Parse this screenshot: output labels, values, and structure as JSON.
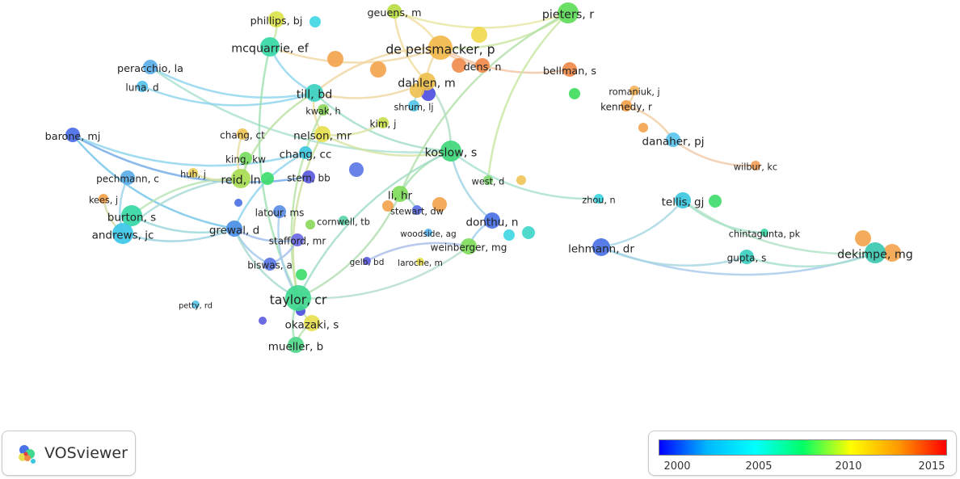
{
  "app": {
    "name": "VOSviewer"
  },
  "icons": {
    "logo": "vosviewer-logo-icon"
  },
  "legend": {
    "ticks": [
      "2000",
      "2005",
      "2010",
      "2015"
    ],
    "colors": [
      "#0000ff",
      "#00b8ff",
      "#00ffff",
      "#00ff66",
      "#ffff00",
      "#ff9900",
      "#ff0000"
    ]
  },
  "nodes": [
    {
      "id": "phillips",
      "label": "phillips, bj",
      "color": "#dbe34c"
    },
    {
      "id": "geuens",
      "label": "geuens, m",
      "color": "#b8dc45"
    },
    {
      "id": "pieters",
      "label": "pieters, r",
      "color": "#5fdc5a"
    },
    {
      "id": "mcquarrie",
      "label": "mcquarrie, ef",
      "color": "#36d8a6"
    },
    {
      "id": "depelsmacker",
      "label": "de pelsmacker, p",
      "color": "#f2b84a"
    },
    {
      "id": "peracchio",
      "label": "peracchio, la",
      "color": "#5aaee8"
    },
    {
      "id": "dens",
      "label": "dens, n",
      "color": "#f08a4a"
    },
    {
      "id": "bellman",
      "label": "bellman, s",
      "color": "#f08a4a"
    },
    {
      "id": "luna",
      "label": "luna, d",
      "color": "#55c0ea"
    },
    {
      "id": "dahlen",
      "label": "dahlen, m",
      "color": "#eec04e"
    },
    {
      "id": "tillbd",
      "label": "till, bd",
      "color": "#3ccfc0"
    },
    {
      "id": "romaniuk",
      "label": "romaniuk, j",
      "color": "#f5b45a"
    },
    {
      "id": "kwak",
      "label": "kwak, h",
      "color": "#8ad75a"
    },
    {
      "id": "shrum",
      "label": "shrum, lj",
      "color": "#57c5e8"
    },
    {
      "id": "kennedy",
      "label": "kennedy, r",
      "color": "#f3a24a"
    },
    {
      "id": "barone",
      "label": "barone, mj",
      "color": "#4a6ee8"
    },
    {
      "id": "changct",
      "label": "chang, ct",
      "color": "#f0c456"
    },
    {
      "id": "nelson",
      "label": "nelson, mr",
      "color": "#e6de50"
    },
    {
      "id": "kimj",
      "label": "kim, j",
      "color": "#c7e04e"
    },
    {
      "id": "danaher",
      "label": "danaher, pj",
      "color": "#5cc6ee"
    },
    {
      "id": "koslow",
      "label": "koslow, s",
      "color": "#3fd67a"
    },
    {
      "id": "kingkw",
      "label": "king, kw",
      "color": "#79dc62"
    },
    {
      "id": "changcc",
      "label": "chang, cc",
      "color": "#3cc8e0"
    },
    {
      "id": "wilbur",
      "label": "wilbur, kc",
      "color": "#f39f58"
    },
    {
      "id": "huh",
      "label": "huh, j",
      "color": "#eed35a"
    },
    {
      "id": "reid",
      "label": "reid, ln",
      "color": "#a8dc52"
    },
    {
      "id": "stern",
      "label": "stern, bb",
      "color": "#5a5ae0"
    },
    {
      "id": "pechmann",
      "label": "pechmann, c",
      "color": "#5aaee8"
    },
    {
      "id": "west",
      "label": "west, d",
      "color": "#7fd870"
    },
    {
      "id": "lihr",
      "label": "li, hr",
      "color": "#7fdc5a"
    },
    {
      "id": "zhou",
      "label": "zhou, n",
      "color": "#3cd6e2"
    },
    {
      "id": "tellis",
      "label": "tellis, gj",
      "color": "#3cc8e0"
    },
    {
      "id": "kees",
      "label": "kees, j",
      "color": "#f3a24a"
    },
    {
      "id": "latour",
      "label": "latour, ms",
      "color": "#5b8ee6"
    },
    {
      "id": "stewart",
      "label": "stewart, dw",
      "color": "#5a6ee6"
    },
    {
      "id": "donthu",
      "label": "donthu, n",
      "color": "#4a72e6"
    },
    {
      "id": "burton",
      "label": "burton, s",
      "color": "#36d8a6"
    },
    {
      "id": "cornwell",
      "label": "cornwell, tb",
      "color": "#5bd4a6"
    },
    {
      "id": "grewal",
      "label": "grewal, d",
      "color": "#4a8ee6"
    },
    {
      "id": "andrews",
      "label": "andrews, jc",
      "color": "#3cc8e8"
    },
    {
      "id": "woodside",
      "label": "woodside, ag",
      "color": "#57b5f0"
    },
    {
      "id": "chintagunta",
      "label": "chintagunta, pk",
      "color": "#3cd6a6"
    },
    {
      "id": "stafford",
      "label": "stafford, mr",
      "color": "#6a6ae6"
    },
    {
      "id": "weinberger",
      "label": "weinberger, mg",
      "color": "#7fdc5a"
    },
    {
      "id": "lehmann",
      "label": "lehmann, dr",
      "color": "#4a72e6"
    },
    {
      "id": "dekimpe",
      "label": "dekimpe, mg",
      "color": "#3cc8b0"
    },
    {
      "id": "gupta",
      "label": "gupta, s",
      "color": "#3ccfc0"
    },
    {
      "id": "biswas",
      "label": "biswas, a",
      "color": "#5a76e6"
    },
    {
      "id": "gelb",
      "label": "gelb, bd",
      "color": "#5a5ae0"
    },
    {
      "id": "laroche",
      "label": "laroche, m",
      "color": "#e8e050"
    },
    {
      "id": "taylor",
      "label": "taylor, cr",
      "color": "#3ed88e"
    },
    {
      "id": "petty",
      "label": "petty, rd",
      "color": "#57c5e8"
    },
    {
      "id": "okazaki",
      "label": "okazaki, s",
      "color": "#e6e050"
    },
    {
      "id": "mueller",
      "label": "mueller, b",
      "color": "#4fd88a"
    }
  ]
}
